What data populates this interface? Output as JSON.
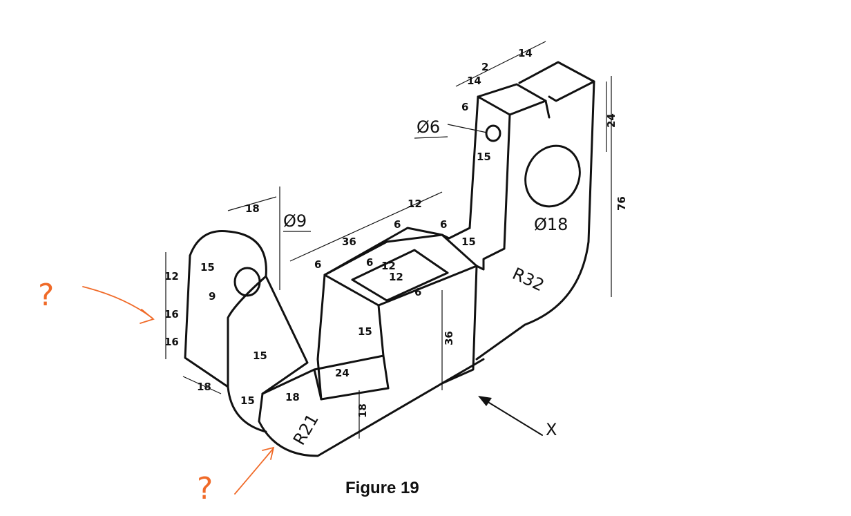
{
  "figure": {
    "caption": "Figure 19",
    "view_direction_label": "X",
    "annotations": [
      "?",
      "?"
    ],
    "colors": {
      "line": "#111111",
      "annotation": "#f06a28"
    },
    "dimensions": {
      "hole_small": "Ø6",
      "slot_width": "2",
      "tower_left_depth": "14",
      "tower_right_depth": "14",
      "hole_small_height": "6",
      "hole_small_offset": "15",
      "hole_large_height": "24",
      "overall_height": "76",
      "hole_large": "Ø18",
      "radius_tower": "R32",
      "step_depth": "12",
      "step_6a": "6",
      "step_6b": "6",
      "step_15": "15",
      "block_length": "36",
      "block_edge_6": "6",
      "pocket_6a": "6",
      "pocket_12a": "12",
      "pocket_12b": "12",
      "pocket_6b": "6",
      "lug_width": "18",
      "hole_lug": "Ø9",
      "lug_15": "15",
      "lug_9": "9",
      "lug_12": "12",
      "lug_16a": "16",
      "lug_16b": "16",
      "lug_15b": "15",
      "base_18a": "18",
      "base_15": "15",
      "base_18b": "18",
      "notch_24": "24",
      "notch_15": "15",
      "block_height": "36",
      "base_height": "18",
      "radius_base": "R21"
    }
  }
}
